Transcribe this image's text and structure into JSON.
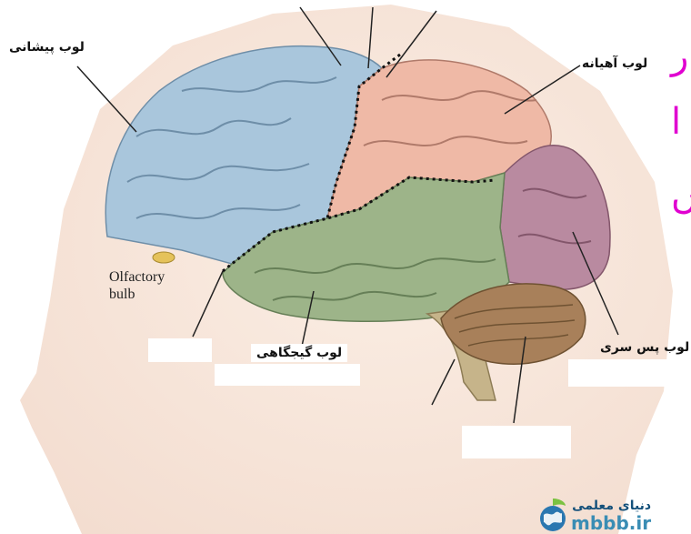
{
  "labels": {
    "frontal_lobe": "لوب پیشانی",
    "parietal_lobe": "لوب آهیانه",
    "occipital_lobe": "لوب پس سری",
    "temporal_lobe": "لوب گیجگاهی",
    "olfactory_bulb_line1": "Olfactory",
    "olfactory_bulb_line2": "bulb"
  },
  "side_marks": [
    "ر",
    "ا",
    "ں"
  ],
  "logo": {
    "text_fa": "دنیای معلمی",
    "text_en": "mbbb.ir",
    "icon": "globe-leaf-icon"
  },
  "colors": {
    "frontal": "#a9c6dc",
    "parietal": "#efb9a6",
    "occipital": "#b98aa0",
    "temporal": "#9db489",
    "cerebellum": "#a8805a",
    "brainstem": "#c6b48a",
    "skin": "#f7e6d9",
    "accent": "#e000d0"
  }
}
